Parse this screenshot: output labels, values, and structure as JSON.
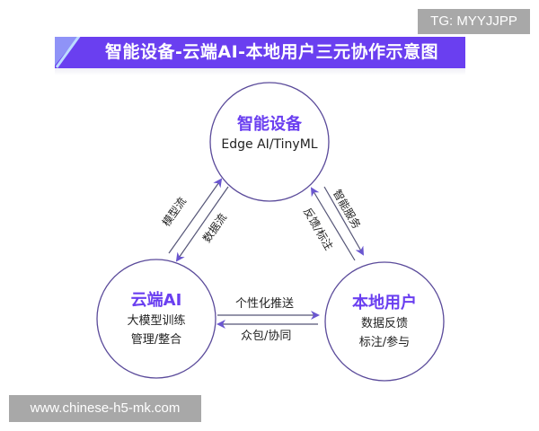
{
  "watermarks": {
    "top": "TG: MYYJJPP",
    "bottom": "www.chinese-h5-mk.com"
  },
  "title": "智能设备-云端AI-本地用户三元协作示意图",
  "colors": {
    "accent": "#6a3ff0",
    "circle_stroke": "#5a4a9a",
    "arrow": "#6a56d0",
    "arrow_line": "#555577",
    "watermark_bg": "#a8a8a8"
  },
  "nodes": {
    "device": {
      "name": "智能设备",
      "lines": [
        "Edge AI/TinyML"
      ]
    },
    "cloud": {
      "name": "云端AI",
      "lines": [
        "大模型训练",
        "管理/整合"
      ]
    },
    "user": {
      "name": "本地用户",
      "lines": [
        "数据反馈",
        "标注/参与"
      ]
    }
  },
  "edges": {
    "cloud_to_device": "模型流",
    "device_to_cloud": "数据流",
    "device_to_user": "智能服务",
    "user_to_device": "反馈/标注",
    "cloud_to_user": "个性化推送",
    "user_to_cloud": "众包/协同"
  }
}
